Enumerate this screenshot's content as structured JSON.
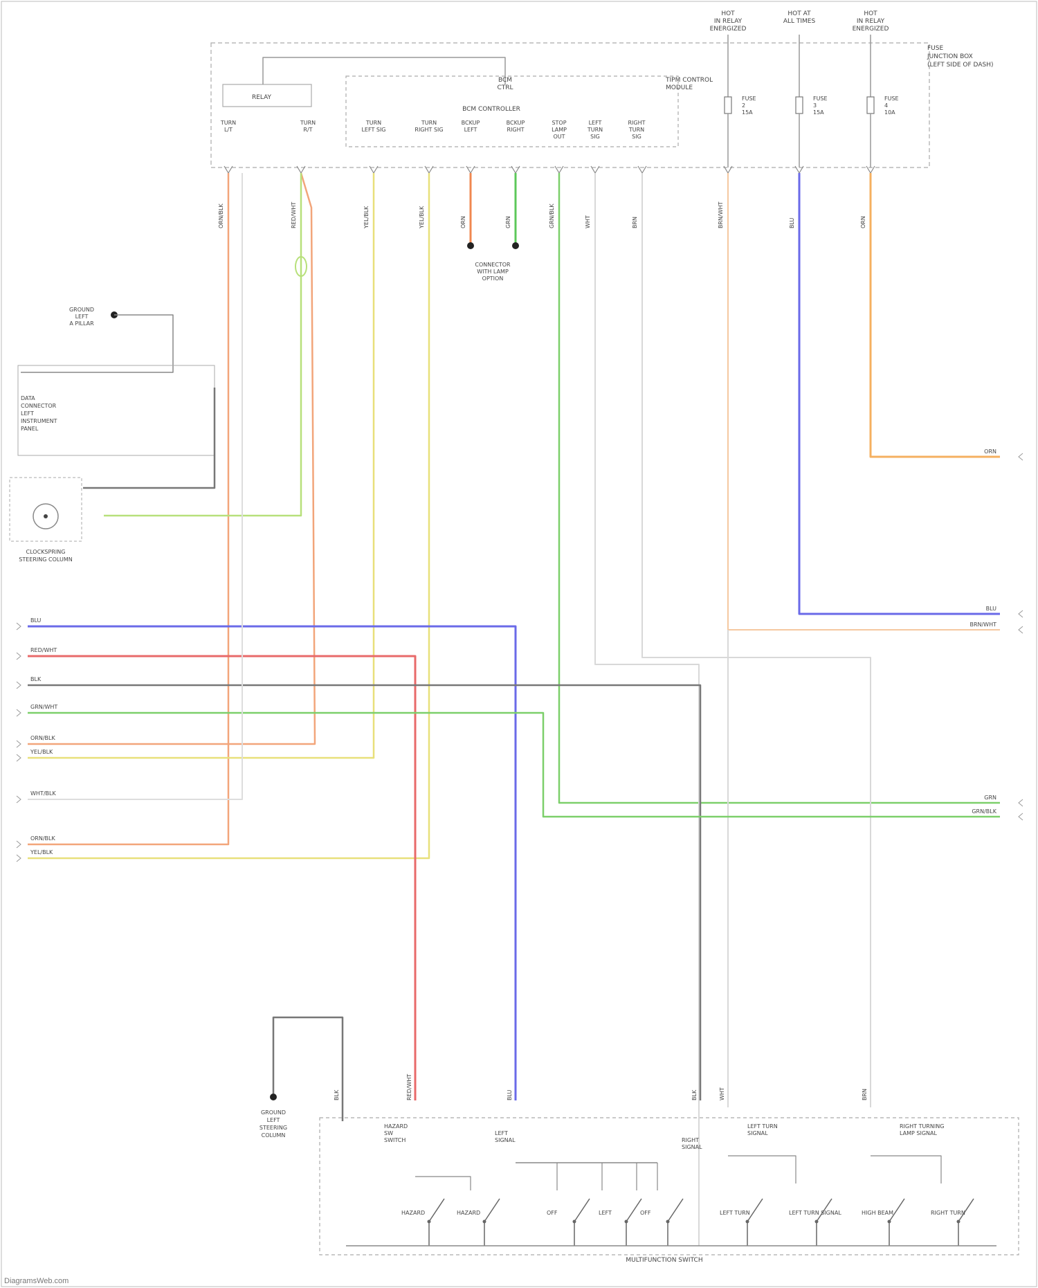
{
  "diagram": {
    "feeds": [
      {
        "id": "feed_hot_relay_1",
        "lines": [
          "HOT",
          "IN RELAY",
          "ENERGIZED"
        ]
      },
      {
        "id": "feed_hot_all",
        "lines": [
          "HOT AT",
          "ALL TIMES"
        ]
      },
      {
        "id": "feed_hot_relay_2",
        "lines": [
          "HOT",
          "IN RELAY",
          "ENERGIZED"
        ]
      }
    ],
    "modules": {
      "junction_box": [
        "FUSE",
        "JUNCTION BOX",
        "(LEFT SIDE OF DASH)"
      ],
      "relay_block": [
        "TIPM CONTROL",
        "MODULE"
      ],
      "relay_label": "RELAY",
      "fuse_labels": [
        [
          "FUSE",
          "2",
          "15A"
        ],
        [
          "FUSE",
          "3",
          "15A"
        ],
        [
          "FUSE",
          "4",
          "10A"
        ]
      ],
      "pin_labels": [
        [
          "TURN",
          "L/T"
        ],
        [
          "TURN",
          "R/T"
        ],
        [
          "TURN",
          "LEFT SIG"
        ],
        [
          "TURN",
          "RIGHT SIG"
        ],
        [
          "BCKUP",
          "LEFT"
        ],
        [
          "BCKUP",
          "RIGHT"
        ],
        [
          "STOP",
          "LAMP",
          "OUT"
        ],
        [
          "LEFT",
          "TURN",
          "SIG"
        ],
        [
          "RIGHT",
          "TURN",
          "SIG"
        ]
      ],
      "module_mid_label": "BCM CONTROLLER",
      "pin_top_label": [
        "BCM",
        "CTRL"
      ]
    },
    "ground_left": [
      "GROUND",
      "LEFT",
      "A PILLAR"
    ],
    "connector_box": [
      "DATA",
      "CONNECTOR",
      "LEFT",
      "INSTRUMENT",
      "PANEL"
    ],
    "clockspring": [
      "CLOCKSPRING",
      "STEERING COLUMN"
    ],
    "connector_bottom": [
      "GROUND",
      "LEFT",
      "STEERING",
      "COLUMN"
    ],
    "switch_box_title": "MULTIFUNCTION SWITCH",
    "switch_labels": [
      [
        "HAZARD",
        "SW",
        "SWITCH"
      ],
      [
        "LEFT",
        "SIGNAL"
      ],
      [
        "RIGHT",
        "SIGNAL"
      ],
      [
        "LEFT TURN",
        "SIGNAL"
      ],
      [
        "RIGHT TURNING",
        "LAMP SIGNAL"
      ]
    ],
    "switch_contacts": [
      "HAZARD",
      "HAZARD",
      "OFF",
      "LEFT",
      "OFF",
      "LEFT TURN",
      "LEFT TURN SIGNAL",
      "HIGH BEAM",
      "RIGHT TURN"
    ],
    "wire_labels": [
      "BLU",
      "RED/WHT",
      "BLK",
      "GRN/WHT",
      "ORN/BLK",
      "YEL/BLK",
      "WHT/BLK",
      "ORN/BLK",
      "YEL/BLK",
      "ORN",
      "BLU",
      "BRN/WHT",
      "GRN",
      "GRN/BLK"
    ],
    "credit": "DiagramsWeb.com"
  }
}
